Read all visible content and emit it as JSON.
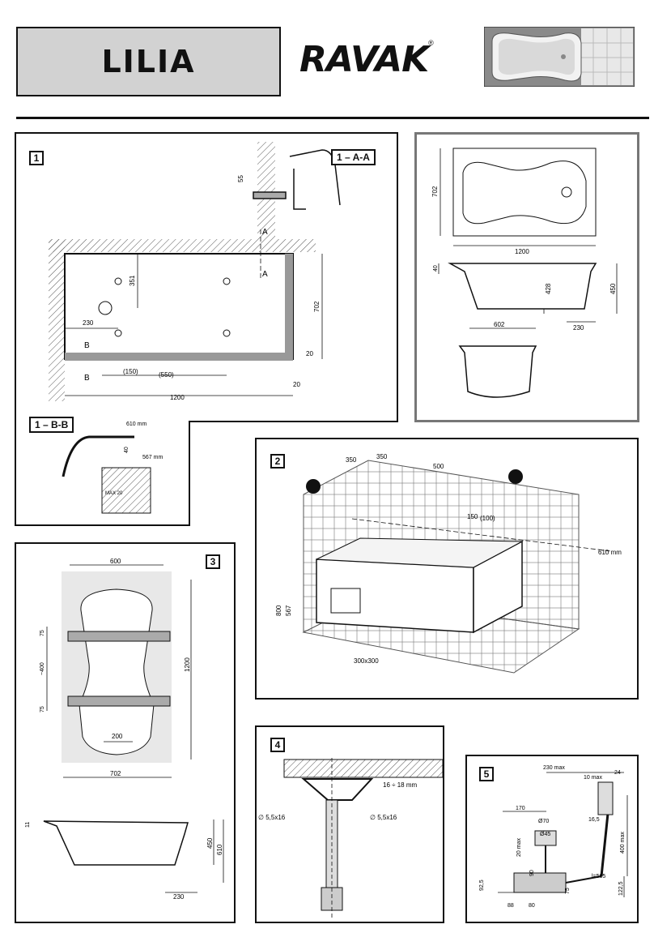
{
  "header": {
    "product": "LILIA",
    "brand": "RAVAK",
    "brand_mark": "®"
  },
  "sections": {
    "s1": {
      "number": "1",
      "detail_aa": "1 – A-A",
      "detail_bb": "1 – B-B",
      "dims": {
        "d55": "55",
        "d351": "351",
        "d702": "702",
        "d230": "230",
        "d150": "(150)",
        "d550": "(550)",
        "d20a": "20",
        "d20b": "20",
        "d1200": "1200",
        "markA1": "A",
        "markA2": "A",
        "markB1": "B",
        "markB2": "B",
        "d610": "610 mm",
        "d40": "40",
        "d567": "567 mm",
        "dmax": "MAX 20"
      }
    },
    "top_right": {
      "dims": {
        "d702": "702",
        "d1200": "1200",
        "d40": "40",
        "d428": "428",
        "d450": "450",
        "d230": "230",
        "d602": "602"
      }
    },
    "s2": {
      "number": "2",
      "dims": {
        "d350a": "350",
        "d350b": "350",
        "d500": "500",
        "d150": "150",
        "d100": "(100)",
        "d610": "610 mm",
        "d800": "800",
        "d567": "567",
        "d300": "300x300"
      }
    },
    "s3": {
      "number": "3",
      "dims": {
        "d600": "600",
        "d1200": "1200",
        "d75a": "75",
        "d400": "~400",
        "d75b": "75",
        "d200": "200",
        "d702": "702",
        "d11": "11",
        "d450": "450",
        "d610": "610",
        "d230": "230"
      }
    },
    "s4": {
      "number": "4",
      "dims": {
        "d16": "16 ÷ 18 mm",
        "d55a": "∅ 5,5x16",
        "d55b": "∅ 5,5x16"
      }
    },
    "s5": {
      "number": "5",
      "dims": {
        "d230max": "230 max",
        "d10max": "10 max",
        "d24": "24",
        "d170": "170",
        "d70": "Ø70",
        "d45": "Ø45",
        "d165": "16,5",
        "d20max": "20 max",
        "d400max": "400 max",
        "d90": "90",
        "d925": "92,5",
        "d75": "75",
        "dl565": "l=565",
        "d1225": "122,5",
        "d88": "88",
        "d80": "80"
      }
    }
  }
}
